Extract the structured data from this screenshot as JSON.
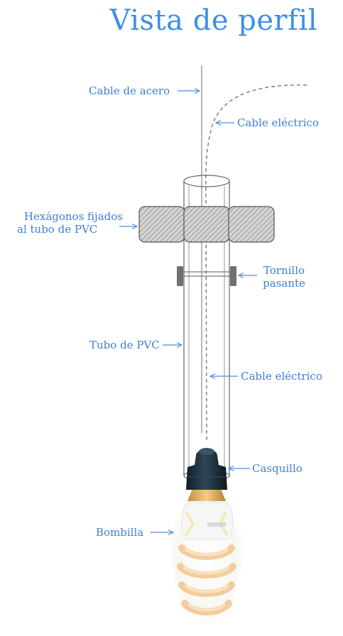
{
  "title": "Vista de perfil",
  "colors": {
    "label_text": "#3d7fd6",
    "title_text": "#3d8fe6",
    "arrow": "#4a8fe0",
    "tube_outline": "#666666",
    "hexagon_fill": "#bdbdbd",
    "bolt": "#707070",
    "socket": "#1c2d3a",
    "bulb_spiral": "#f2c58f"
  },
  "labels": {
    "steel_cable": "Cable de acero",
    "electric_cable_top": "Cable eléctrico",
    "hexagons_line1": "Hexágonos fijados",
    "hexagons_line2": "al tubo de PVC",
    "bolt_line1": "Tornillo",
    "bolt_line2": "pasante",
    "pvc_tube": "Tubo de PVC",
    "electric_cable_mid": "Cable eléctrico",
    "socket": "Casquillo",
    "bulb": "Bombilla"
  }
}
